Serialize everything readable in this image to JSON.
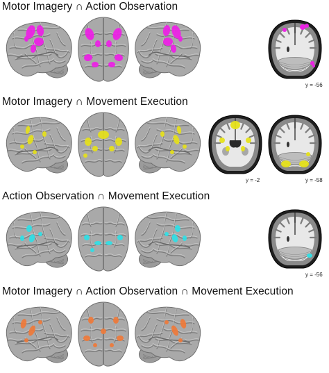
{
  "panels": [
    {
      "title": "Motor Imagery ∩ Action Observation",
      "color": "#ee1ee6",
      "slices": [
        {
          "label": "y = -56",
          "view": "posterior"
        }
      ]
    },
    {
      "title": "Motor Imagery ∩ Movement Execution",
      "color": "#e6e11a",
      "slices": [
        {
          "label": "y = -2",
          "view": "mid"
        },
        {
          "label": "y = -58",
          "view": "posterior"
        }
      ]
    },
    {
      "title": "Action Observation ∩ Movement Execution",
      "color": "#2fe0e6",
      "slices": [
        {
          "label": "y = -56",
          "view": "posterior"
        }
      ]
    },
    {
      "title": "Motor Imagery ∩ Action Observation ∩ Movement Execution",
      "color": "#ef7a3a",
      "slices": []
    }
  ]
}
